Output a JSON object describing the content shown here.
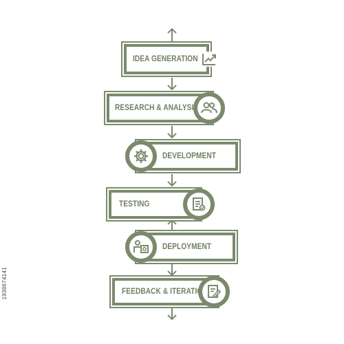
{
  "colors": {
    "accent": "#7b8a6d",
    "text": "#6f7f62",
    "background": "#ffffff"
  },
  "steps": [
    {
      "label": "IDEA GENERATION",
      "icon": "idea-chart-icon"
    },
    {
      "label": "RESEARCH & ANALYSIS",
      "icon": "team-users-icon"
    },
    {
      "label": "DEVELOPMENT",
      "icon": "gear-icon"
    },
    {
      "label": "TESTING",
      "icon": "checklist-icon"
    },
    {
      "label": "DEPLOYMENT",
      "icon": "deploy-people-icon"
    },
    {
      "label": "FEEDBACK & ITERATION",
      "icon": "feedback-document-icon"
    }
  ],
  "watermark": "1938674141"
}
